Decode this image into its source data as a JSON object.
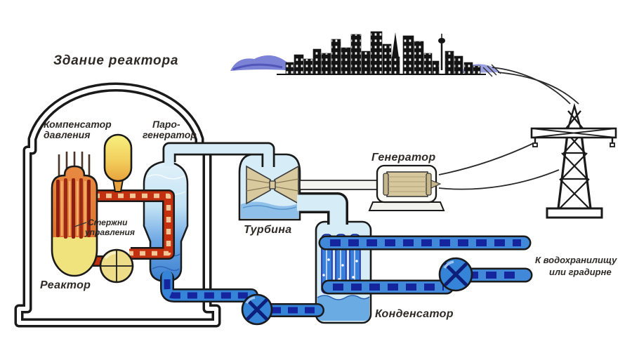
{
  "diagram": {
    "labels": {
      "building_title": "Здание реактора",
      "pressurizer_line1": "Компенсатор",
      "pressurizer_line2": "давления",
      "steam_generator_line1": "Паро-",
      "steam_generator_line2": "генератор",
      "control_rods_line1": "Стержни",
      "control_rods_line2": "управления",
      "reactor": "Реактор",
      "turbine": "Турбина",
      "generator": "Генератор",
      "condenser": "Конденсатор",
      "outflow_line1": "К водохранилищу",
      "outflow_line2": "или градирне"
    },
    "colors": {
      "outline": "#1a1a1a",
      "label_text": "#2e2a26",
      "primary_pipe_red": "#c23010",
      "primary_pipe_dash": "#f2c795",
      "reactor_body_orange": "#e2803a",
      "control_rods_dark_red": "#8c1f10",
      "reactor_bottom_yellow": "#f0e27c",
      "pressurizer_top_yellow": "#f6ee80",
      "pressurizer_bottom_orange": "#e8a33c",
      "steam_pipe_light_blue": "#d6ecf6",
      "vessel_deep_blue": "#3a7fd0",
      "turbine_blade_tan": "#d9c99e",
      "generator_tan": "#d6c79d",
      "cooling_pipe_blue": "#4288d8",
      "cooling_pipe_dash_navy": "#15259d",
      "pump_blue": "#3584d8",
      "pump_yellow": "#eedd88",
      "water_blue": "#6aabe4",
      "hill_purple_left": "#7c82d6",
      "hill_purple_right": "#9aa0e2",
      "city_black": "#141414"
    }
  }
}
